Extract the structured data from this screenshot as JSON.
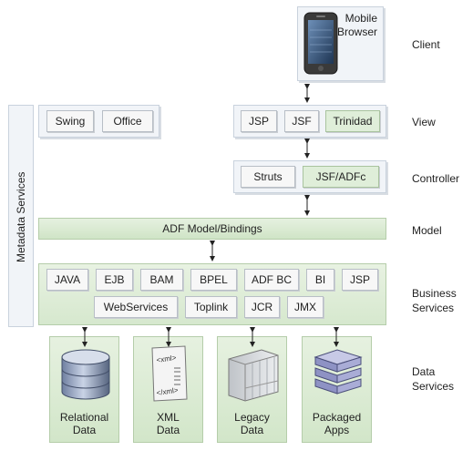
{
  "tiers": {
    "client": "Client",
    "view": "View",
    "controller": "Controller",
    "model": "Model",
    "business": [
      "Business",
      "Services"
    ],
    "data": [
      "Data",
      "Services"
    ]
  },
  "client": {
    "device_label": [
      "Mobile",
      "Browser"
    ]
  },
  "metadata_services": "Metadata Services",
  "desktop_view": [
    "Swing",
    "Office"
  ],
  "view": [
    "JSP",
    "JSF",
    "Trinidad"
  ],
  "controller": [
    "Struts",
    "JSF/ADFc"
  ],
  "model": "ADF Model/Bindings",
  "business_row1": [
    "JAVA",
    "EJB",
    "BAM",
    "BPEL",
    "ADF BC",
    "BI",
    "JSP"
  ],
  "business_row2": [
    "WebServices",
    "Toplink",
    "JCR",
    "JMX"
  ],
  "data_sources": [
    {
      "line1": "Relational",
      "line2": "Data",
      "icon": "database-icon"
    },
    {
      "line1": "XML",
      "line2": "Data",
      "icon": "xml-document-icon"
    },
    {
      "line1": "Legacy",
      "line2": "Data",
      "icon": "legacy-server-icon"
    },
    {
      "line1": "Packaged",
      "line2": "Apps",
      "icon": "packaged-apps-icon"
    }
  ],
  "xml_icon_text": [
    "<xml>",
    "</xml>"
  ],
  "colors": {
    "panel": "#f1f4f8",
    "green_band": "#d8eacf",
    "highlight_button": "#dfeed9"
  }
}
